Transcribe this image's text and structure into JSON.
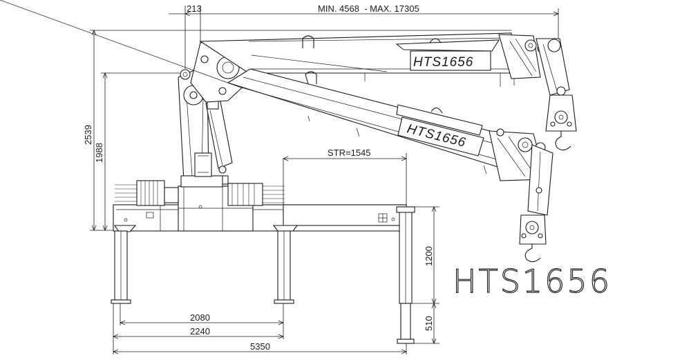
{
  "model": {
    "big_label": "HTS1656",
    "boom_label_upper": "HTS1656",
    "boom_label_lower": "HTS1656"
  },
  "dimensions": {
    "reach": "MIN. 4568  - MAX. 17305",
    "offset": "213",
    "stroke": "STR=1545",
    "height_total": "2539",
    "height_pivot": "1988",
    "leg_height": "1200",
    "leg_extension": "510",
    "width_inner": "2080",
    "width_outer": "2240",
    "width_total": "5350"
  }
}
